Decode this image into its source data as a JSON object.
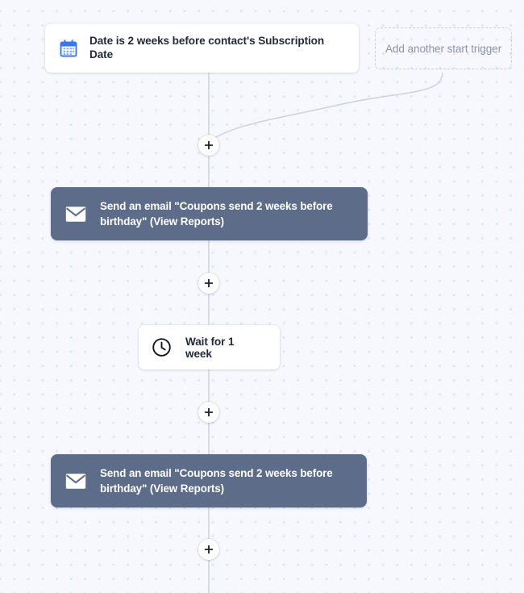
{
  "canvas": {
    "background_color": "#f6f8fd",
    "dot_color": "#d9e6f7",
    "connector_color": "#ccd2dd"
  },
  "workflow": {
    "trigger": {
      "icon": "calendar-icon",
      "label": "Date is 2 weeks before contact's Subscription Date",
      "type": "trigger",
      "card_color": "#ffffff",
      "text_color": "#232b3b"
    },
    "add_trigger": {
      "label": "Add another start trigger",
      "type": "placeholder",
      "border_color": "#c7cedd",
      "text_color": "#8d93a6"
    },
    "steps": [
      {
        "id": "step-1",
        "type": "action",
        "icon": "envelope-icon",
        "label": "Send an email \"Coupons send 2 weeks before birthday\" (View Reports)",
        "card_color": "#5d6c88",
        "text_color": "#ffffff"
      },
      {
        "id": "step-2",
        "type": "delay",
        "icon": "clock-icon",
        "label": "Wait for 1 week",
        "card_color": "#ffffff",
        "text_color": "#232b3b"
      },
      {
        "id": "step-3",
        "type": "action",
        "icon": "envelope-icon",
        "label": "Send an email \"Coupons send 2 weeks before birthday\" (View Reports)",
        "card_color": "#5d6c88",
        "text_color": "#ffffff"
      }
    ],
    "add_step_buttons": [
      {
        "id": "add-step-1",
        "icon": "plus-icon",
        "label": "+"
      },
      {
        "id": "add-step-2",
        "icon": "plus-icon",
        "label": "+"
      },
      {
        "id": "add-step-3",
        "icon": "plus-icon",
        "label": "+"
      },
      {
        "id": "add-step-4",
        "icon": "plus-icon",
        "label": "+"
      }
    ]
  }
}
